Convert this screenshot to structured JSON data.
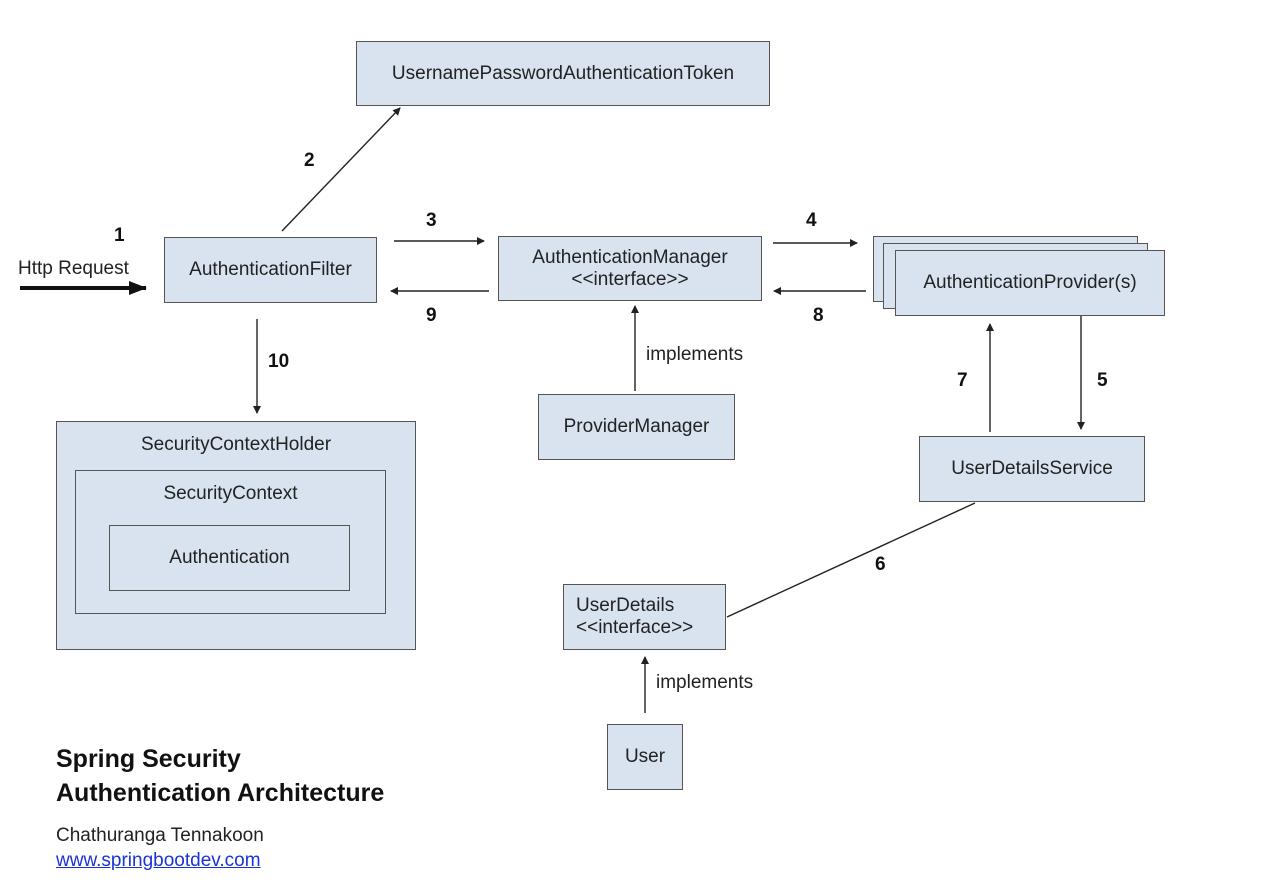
{
  "diagram": {
    "title_line1": "Spring Security",
    "title_line2": "Authentication Architecture",
    "author": "Chathuranga Tennakoon",
    "website": "www.springbootdev.com",
    "nodes": {
      "token": "UsernamePasswordAuthenticationToken",
      "filter": "AuthenticationFilter",
      "manager_line1": "AuthenticationManager",
      "manager_line2": "<<interface>>",
      "provider": "AuthenticationProvider(s)",
      "provider_manager": "ProviderManager",
      "user_details_service": "UserDetailsService",
      "user_details_line1": "UserDetails",
      "user_details_line2": "<<interface>>",
      "user": "User",
      "security_context_holder": "SecurityContextHolder",
      "security_context": "SecurityContext",
      "authentication": "Authentication"
    },
    "http_request": "Http Request",
    "implements_label": "implements",
    "steps": [
      "1",
      "2",
      "3",
      "4",
      "5",
      "6",
      "7",
      "8",
      "9",
      "10"
    ]
  },
  "colors": {
    "box_fill": "#d9e3ef",
    "box_border": "#555555",
    "arrow": "#222222",
    "link": "#1a33d6"
  }
}
